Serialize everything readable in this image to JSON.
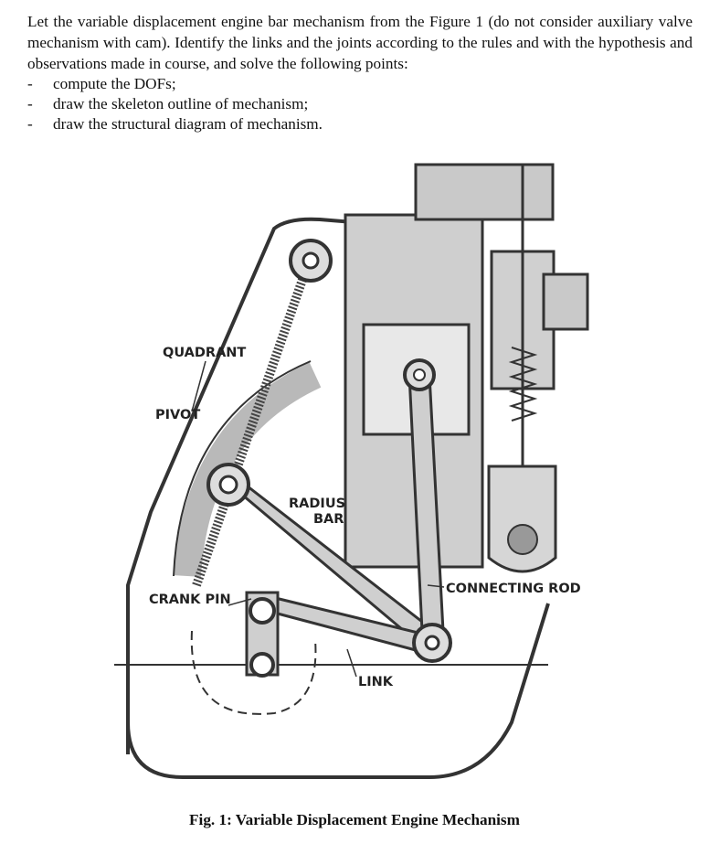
{
  "intro": "Let the variable displacement engine bar mechanism from the Figure 1 (do not consider auxiliary valve mechanism with cam). Identify the links and the joints according to the rules and with the hypothesis and observations made in course, and solve the following points:",
  "tasks": [
    "compute the DOFs;",
    "draw the skeleton outline of mechanism;",
    "draw the structural diagram of mechanism."
  ],
  "figure": {
    "labels": {
      "quadrant": "QUADRANT",
      "pivot": "PIVOT",
      "radius_bar_1": "RADIUS",
      "radius_bar_2": "BAR",
      "crank_pin": "CRANK PIN",
      "link": "LINK",
      "connecting_rod": "CONNECTING ROD"
    },
    "caption": "Fig. 1: Variable Displacement Engine Mechanism"
  }
}
